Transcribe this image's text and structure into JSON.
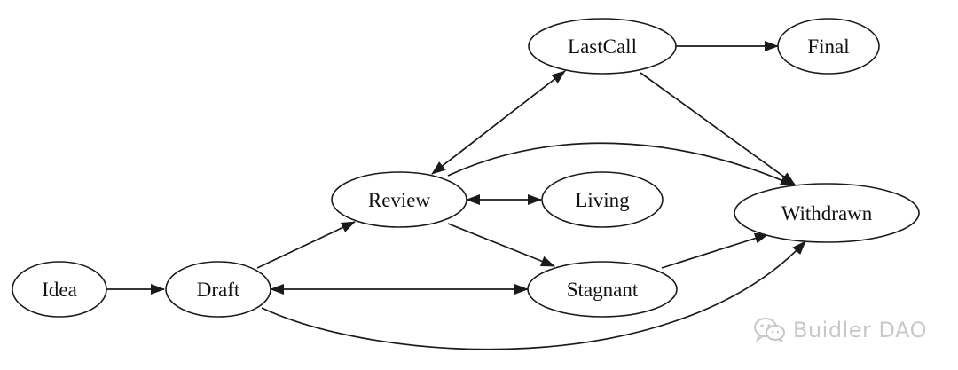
{
  "nodes": {
    "idea": "Idea",
    "draft": "Draft",
    "review": "Review",
    "living": "Living",
    "lastcall": "LastCall",
    "final": "Final",
    "stagnant": "Stagnant",
    "withdrawn": "Withdrawn"
  },
  "edges": [
    {
      "from": "Idea",
      "to": "Draft",
      "direction": "forward"
    },
    {
      "from": "Draft",
      "to": "Review",
      "direction": "forward"
    },
    {
      "from": "Draft",
      "to": "Stagnant",
      "direction": "both"
    },
    {
      "from": "Draft",
      "to": "Withdrawn",
      "direction": "forward"
    },
    {
      "from": "Review",
      "to": "LastCall",
      "direction": "both"
    },
    {
      "from": "Review",
      "to": "Living",
      "direction": "both"
    },
    {
      "from": "Review",
      "to": "Stagnant",
      "direction": "forward"
    },
    {
      "from": "Review",
      "to": "Withdrawn",
      "direction": "forward"
    },
    {
      "from": "LastCall",
      "to": "Final",
      "direction": "forward"
    },
    {
      "from": "LastCall",
      "to": "Withdrawn",
      "direction": "forward"
    },
    {
      "from": "Stagnant",
      "to": "Withdrawn",
      "direction": "forward"
    }
  ],
  "watermark": {
    "text": "Buidler DAO",
    "icon": "wechat-icon"
  }
}
